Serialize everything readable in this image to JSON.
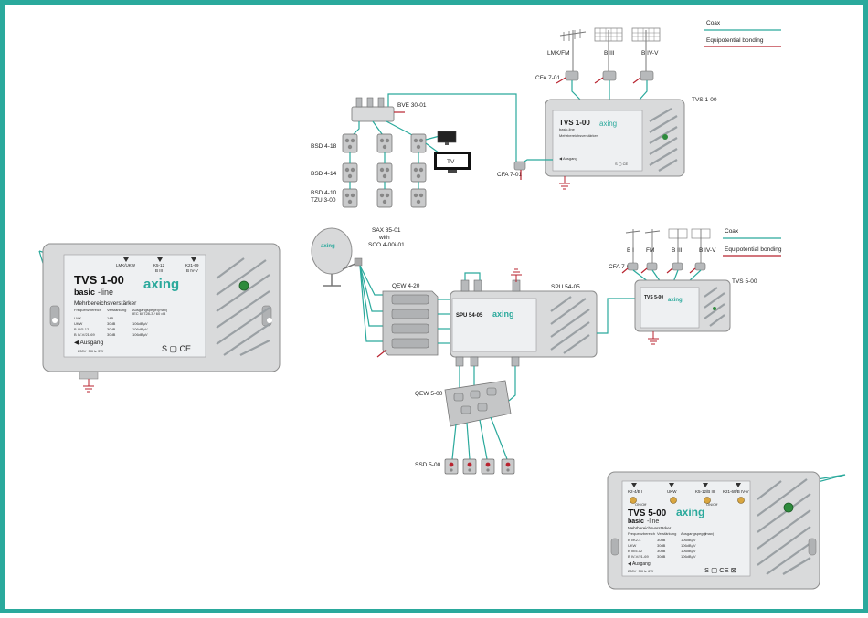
{
  "legend": {
    "coax": "Coax",
    "bonding": "Equipotential bonding",
    "coax_color": "#2aa99c",
    "bonding_color": "#b8232f"
  },
  "top": {
    "antennas": [
      "LMK/FM",
      "B III",
      "B IV-V"
    ],
    "cfa_top": "CFA 7-01",
    "cfa_bottom": "CFA 7-01",
    "tvs": "TVS 1-00",
    "bve": "BVE 30-01",
    "bsd_rows": [
      "BSD 4-18",
      "BSD 4-14",
      "BSD 4-10",
      "TZU 3-00"
    ],
    "tv": "TV"
  },
  "amp1": {
    "ports": [
      {
        "top": "LMK/UKW",
        "bottom": ""
      },
      {
        "top": "K5-12",
        "bottom": "B III"
      },
      {
        "top": "K21-69",
        "bottom": "B IV-V"
      }
    ],
    "model": "TVS 1-00",
    "line_a": "basic",
    "line_b": "-line",
    "brand": "axing",
    "subtitle": "Mehrbereichsverstärker",
    "table_head": [
      "Frequenzbereich",
      "Verstärkung",
      "Ausgangspegel",
      "(max)",
      "IEC 60728-3 / 60 dB"
    ],
    "rows": [
      [
        "LMK",
        "14B",
        ""
      ],
      [
        "UKW",
        "30dB",
        "106dBµV"
      ],
      [
        "B III/5-12",
        "30dB",
        "106dBµV"
      ],
      [
        "B IV-V/21-69",
        "30dB",
        "106dBµV"
      ]
    ],
    "output": "Ausgang",
    "power": "230V~50Hz 3W",
    "marks": "S ▢ CE"
  },
  "middle": {
    "sax": [
      "SAX 85-01",
      "with",
      "SCO 4-00i-01"
    ],
    "qew_top": "QEW 4-20",
    "spu": "SPU 54-05",
    "spu_model": "SPU 54-05",
    "qew_bottom": "QEW 5-00",
    "ssd": "SSD 5-00",
    "brand": "axing"
  },
  "right": {
    "antennas": [
      "B I",
      "FM",
      "B III",
      "B IV-V"
    ],
    "cfa": "CFA 7-01",
    "tvs": "TVS 5-00",
    "legend_coax": "Coax",
    "legend_bonding": "Equipotential bonding"
  },
  "amp5": {
    "ports": [
      "K2-4/B I",
      "UKW",
      "K5-12/B III",
      "K21-69/B IV-V"
    ],
    "port_sub": [
      "ON/Off",
      "",
      "ON/Off",
      ""
    ],
    "model": "TVS 5-00",
    "line_a": "basic",
    "line_b": "-line",
    "brand": "axing",
    "subtitle": "Mehrbereichsverstärker",
    "table_head": [
      "Frequenzbereich",
      "Verstärkung",
      "Ausgangspegel",
      "(max)"
    ],
    "rows": [
      [
        "B I/K2-4",
        "30dB",
        "106dBµV"
      ],
      [
        "UKW",
        "30dB",
        "106dBµV"
      ],
      [
        "B III/5-12",
        "30dB",
        "106dBµV"
      ],
      [
        "B IV-V/21-69",
        "30dB",
        "106dBµV"
      ]
    ],
    "output": "Ausgang",
    "power": "230V~50Hz 6W",
    "marks": "S ▢ CE ⊠"
  }
}
